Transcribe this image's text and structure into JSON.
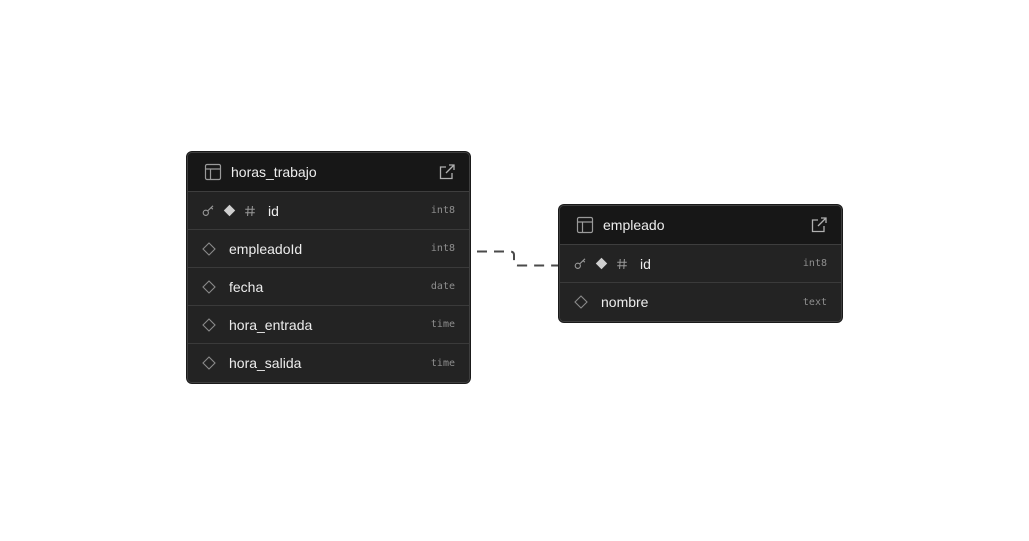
{
  "tables": [
    {
      "name": "horas_trabajo",
      "columns": [
        {
          "name": "id",
          "type": "int8",
          "primary_key": true,
          "identity": true
        },
        {
          "name": "empleadoId",
          "type": "int8",
          "primary_key": false
        },
        {
          "name": "fecha",
          "type": "date",
          "primary_key": false
        },
        {
          "name": "hora_entrada",
          "type": "time",
          "primary_key": false
        },
        {
          "name": "hora_salida",
          "type": "time",
          "primary_key": false
        }
      ]
    },
    {
      "name": "empleado",
      "columns": [
        {
          "name": "id",
          "type": "int8",
          "primary_key": true,
          "identity": true
        },
        {
          "name": "nombre",
          "type": "text",
          "primary_key": false
        }
      ]
    }
  ],
  "relationship": {
    "from": "horas_trabajo.empleadoId",
    "to": "empleado.id",
    "style": "dashed"
  },
  "icons": {
    "table": "table-icon",
    "open": "external-link-icon",
    "primary_key": "key-icon",
    "not_null": "filled-diamond-icon",
    "nullable": "outline-diamond-icon",
    "identity": "hash-icon"
  },
  "colors": {
    "card_bg": "#232323",
    "header_bg": "#171717",
    "border": "#3e3e3e",
    "text": "#ededed",
    "muted": "#8f8f8f",
    "connector": "#4a4a4a"
  }
}
